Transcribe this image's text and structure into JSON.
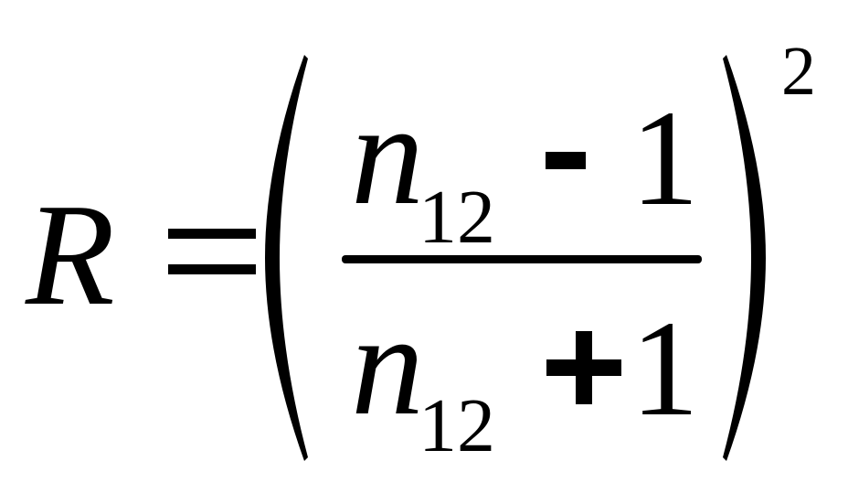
{
  "formula": {
    "lhs": "R",
    "numerator": {
      "variable": "n",
      "subscript": "12",
      "constant": "1"
    },
    "denominator": {
      "variable": "n",
      "subscript": "12",
      "constant": "1"
    },
    "exponent": "2"
  }
}
